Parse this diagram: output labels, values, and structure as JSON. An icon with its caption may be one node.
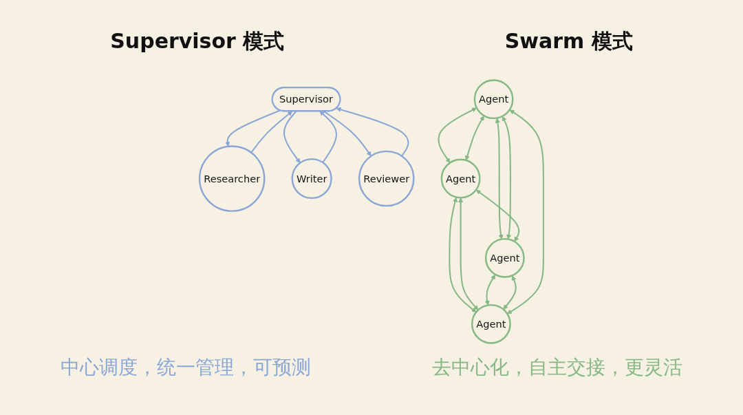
{
  "diagram": {
    "nodes": [
      {
        "text": [
          "Supervisor"
        ]
      },
      {
        "text": [
          "Researcher"
        ]
      },
      {
        "text": [
          "Writer"
        ]
      },
      {
        "text": [
          "Reviewer"
        ]
      },
      {
        "text": [
          "Agent"
        ]
      },
      {
        "text": [
          "Agent"
        ]
      },
      {
        "text": [
          "Agent"
        ]
      },
      {
        "text": [
          "Agent"
        ]
      }
    ],
    "edges": [
      {
        "from": 1,
        "to": 0,
        "arrow": "to",
        "color": "#8aa6d6"
      },
      {
        "from": 0,
        "to": 1,
        "arrow": "to",
        "color": "#8aa6d6"
      },
      {
        "from": 0,
        "to": 2,
        "arrow": "to",
        "color": "#8aa6d6"
      },
      {
        "from": 2,
        "to": 0,
        "arrow": "to",
        "color": "#8aa6d6"
      },
      {
        "from": 3,
        "to": 0,
        "arrow": "to",
        "color": "#8aa6d6"
      },
      {
        "from": 0,
        "to": 3,
        "arrow": "to",
        "color": "#8aa6d6"
      },
      {
        "from": 4,
        "to": 5,
        "arrow": "both"
      },
      {
        "from": 4,
        "to": 5,
        "arrow": "both"
      },
      {
        "from": 4,
        "to": 6,
        "arrow": "both"
      },
      {
        "from": 4,
        "to": 6,
        "arrow": "both"
      },
      {
        "from": 5,
        "to": 7,
        "arrow": "both"
      },
      {
        "from": 5,
        "to": 7,
        "arrow": "both"
      },
      {
        "from": 6,
        "to": 7,
        "arrow": "both"
      },
      {
        "from": 6,
        "to": 7,
        "arrow": "both"
      },
      {
        "from": 4,
        "to": 7,
        "arrow": "both"
      },
      {
        "from": 5,
        "to": 6,
        "arrow": "both"
      }
    ],
    "labels": [
      "Supervisor 模式",
      "Swarm 模式",
      "中心调度，统一管理，可预测",
      "去中心化，自主交接，更灵活"
    ]
  }
}
